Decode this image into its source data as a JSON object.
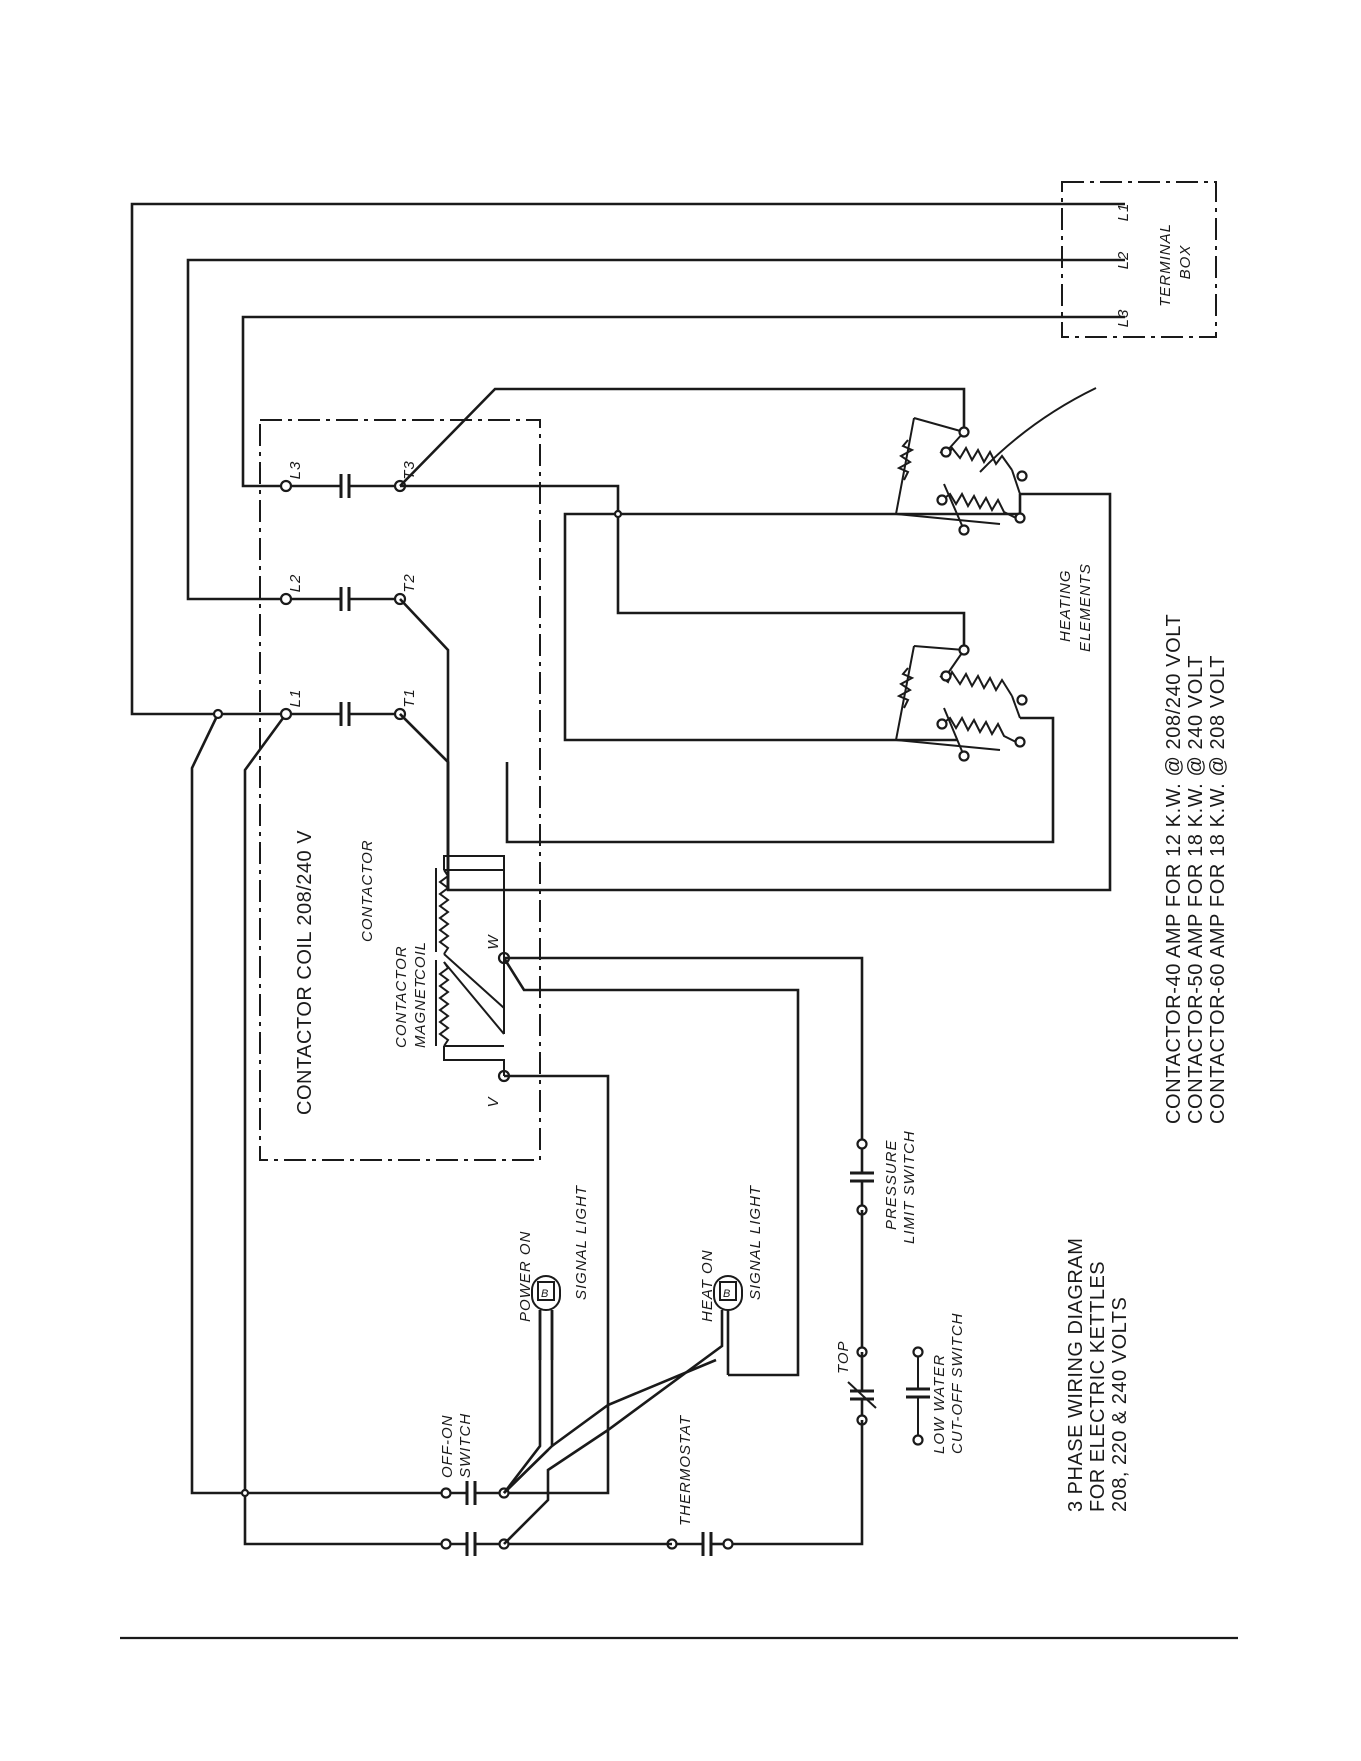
{
  "terminal_box": {
    "label_1": "TERMINAL",
    "label_2": "BOX",
    "lines": [
      "L1",
      "L2",
      "L3"
    ]
  },
  "contactor": {
    "coil_title": "CONTACTOR COIL 208/240 V",
    "label": "CONTACTOR",
    "magnet_label_1": "CONTACTOR",
    "magnet_label_2": "MAGNET",
    "magnet_label_3": "COIL",
    "line_terminals": [
      "L1",
      "L2",
      "L3"
    ],
    "load_terminals": [
      "T1",
      "T2",
      "T3"
    ],
    "coil_terminal_v": "V",
    "coil_terminal_w": "W"
  },
  "heating_elements": {
    "label_1": "HEATING",
    "label_2": "ELEMENTS"
  },
  "controls": {
    "power_on_1": "POWER  ON",
    "power_on_2": "SIGNAL  LIGHT",
    "heat_on_1": "HEAT  ON",
    "heat_on_2": "SIGNAL  LIGHT",
    "off_on_1": "OFF-ON",
    "off_on_2": "SWITCH",
    "thermostat": "THERMOSTAT",
    "pressure_1": "PRESSURE",
    "pressure_2": "LIMIT SWITCH",
    "top": "TOP",
    "low_water_1": "LOW  WATER",
    "low_water_2": "CUT-OFF  SWITCH",
    "bulb_mark": "B"
  },
  "title": {
    "line_1": "3 PHASE WIRING DIAGRAM",
    "line_2": "FOR ELECTRIC KETTLES",
    "line_3": "208, 220 & 240 VOLTS"
  },
  "specs": [
    "CONTACTOR-40 AMP FOR 12 K.W.  @  208/240 VOLT",
    "CONTACTOR-50 AMP FOR 18 K.W.  @  240 VOLT",
    "CONTACTOR-60 AMP FOR 18 K.W.  @  208 VOLT"
  ]
}
